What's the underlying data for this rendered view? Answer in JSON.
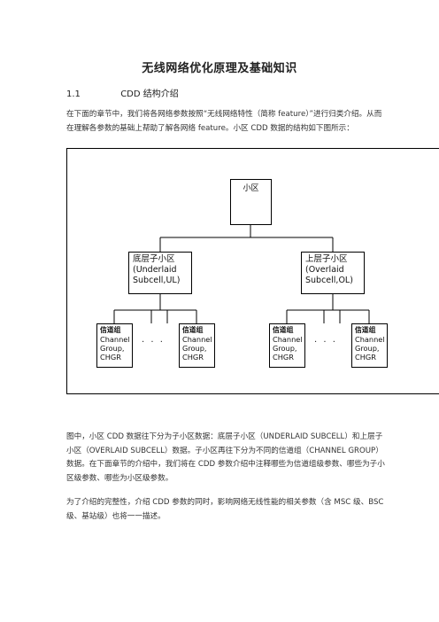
{
  "title": "无线网络优化原理及基础知识",
  "section": {
    "number": "1.1",
    "heading": "CDD 结构介绍"
  },
  "paragraphs": {
    "p1": "在下面的章节中，我们将各网络参数按照“无线网络特性（简称 feature）”进行归类介绍。从而在理解各参数的基础上帮助了解各网络 feature。小区 CDD 数据的结构如下图所示：",
    "p2": "图中，小区 CDD 数据往下分为子小区数据：底层子小区（UNDERLAID SUBCELL）和上层子小区（OVERLAID SUBCELL）数据。子小区再往下分为不同的信道组（CHANNEL GROUP）数据。在下面章节的介绍中，我们将在 CDD 参数介绍中注释哪些为信道组级参数、哪些为子小区级参数、哪些为小区级参数。",
    "p3": "为了介绍的完整性，介绍 CDD 参数的同时，影响网络无线性能的相关参数（含 MSC 级、BSC 级、基站级）也将一一描述。"
  },
  "diagram": {
    "cell": "小区",
    "underlaid": {
      "line1": "底层子小区",
      "line2": "(Underlaid",
      "line3": "Subcell,UL)"
    },
    "overlaid": {
      "line1": "上层子小区",
      "line2": "(Overlaid",
      "line3": "Subcell,OL)"
    },
    "chgr": {
      "line1": "信道组",
      "line2": "Channel",
      "line3": "Group,",
      "line4": "CHGR"
    },
    "ellipsis": ". . ."
  }
}
